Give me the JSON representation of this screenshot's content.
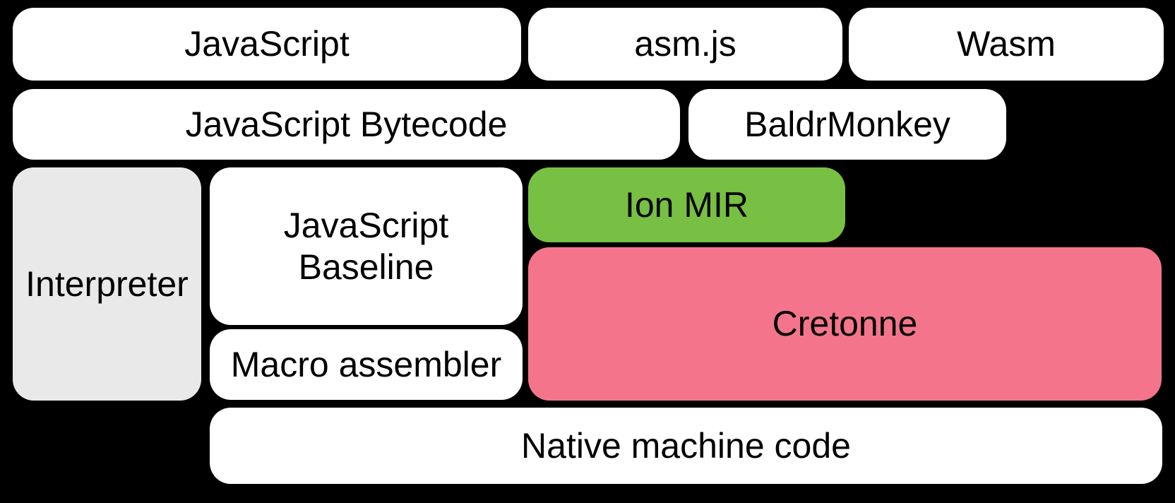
{
  "canvas": {
    "background": "#000000",
    "text_color": "#000000"
  },
  "nodes": {
    "javascript": {
      "label": "JavaScript",
      "color": "#ffffff"
    },
    "asmjs": {
      "label": "asm.js",
      "color": "#ffffff"
    },
    "wasm": {
      "label": "Wasm",
      "color": "#ffffff"
    },
    "bytecode": {
      "label": "JavaScript Bytecode",
      "color": "#ffffff"
    },
    "baldrmonkey": {
      "label": "BaldrMonkey",
      "color": "#ffffff"
    },
    "interpreter": {
      "label": "Interpreter",
      "color": "#e9e9e9"
    },
    "baseline": {
      "label": "JavaScript Baseline",
      "lines": [
        "JavaScript",
        "Baseline"
      ],
      "color": "#ffffff"
    },
    "ionmir": {
      "label": "Ion MIR",
      "color": "#77c043"
    },
    "cretonne": {
      "label": "Cretonne",
      "color": "#f4758b"
    },
    "macroassembler": {
      "label": "Macro assembler",
      "color": "#ffffff"
    },
    "native": {
      "label": "Native machine code",
      "color": "#ffffff"
    }
  }
}
